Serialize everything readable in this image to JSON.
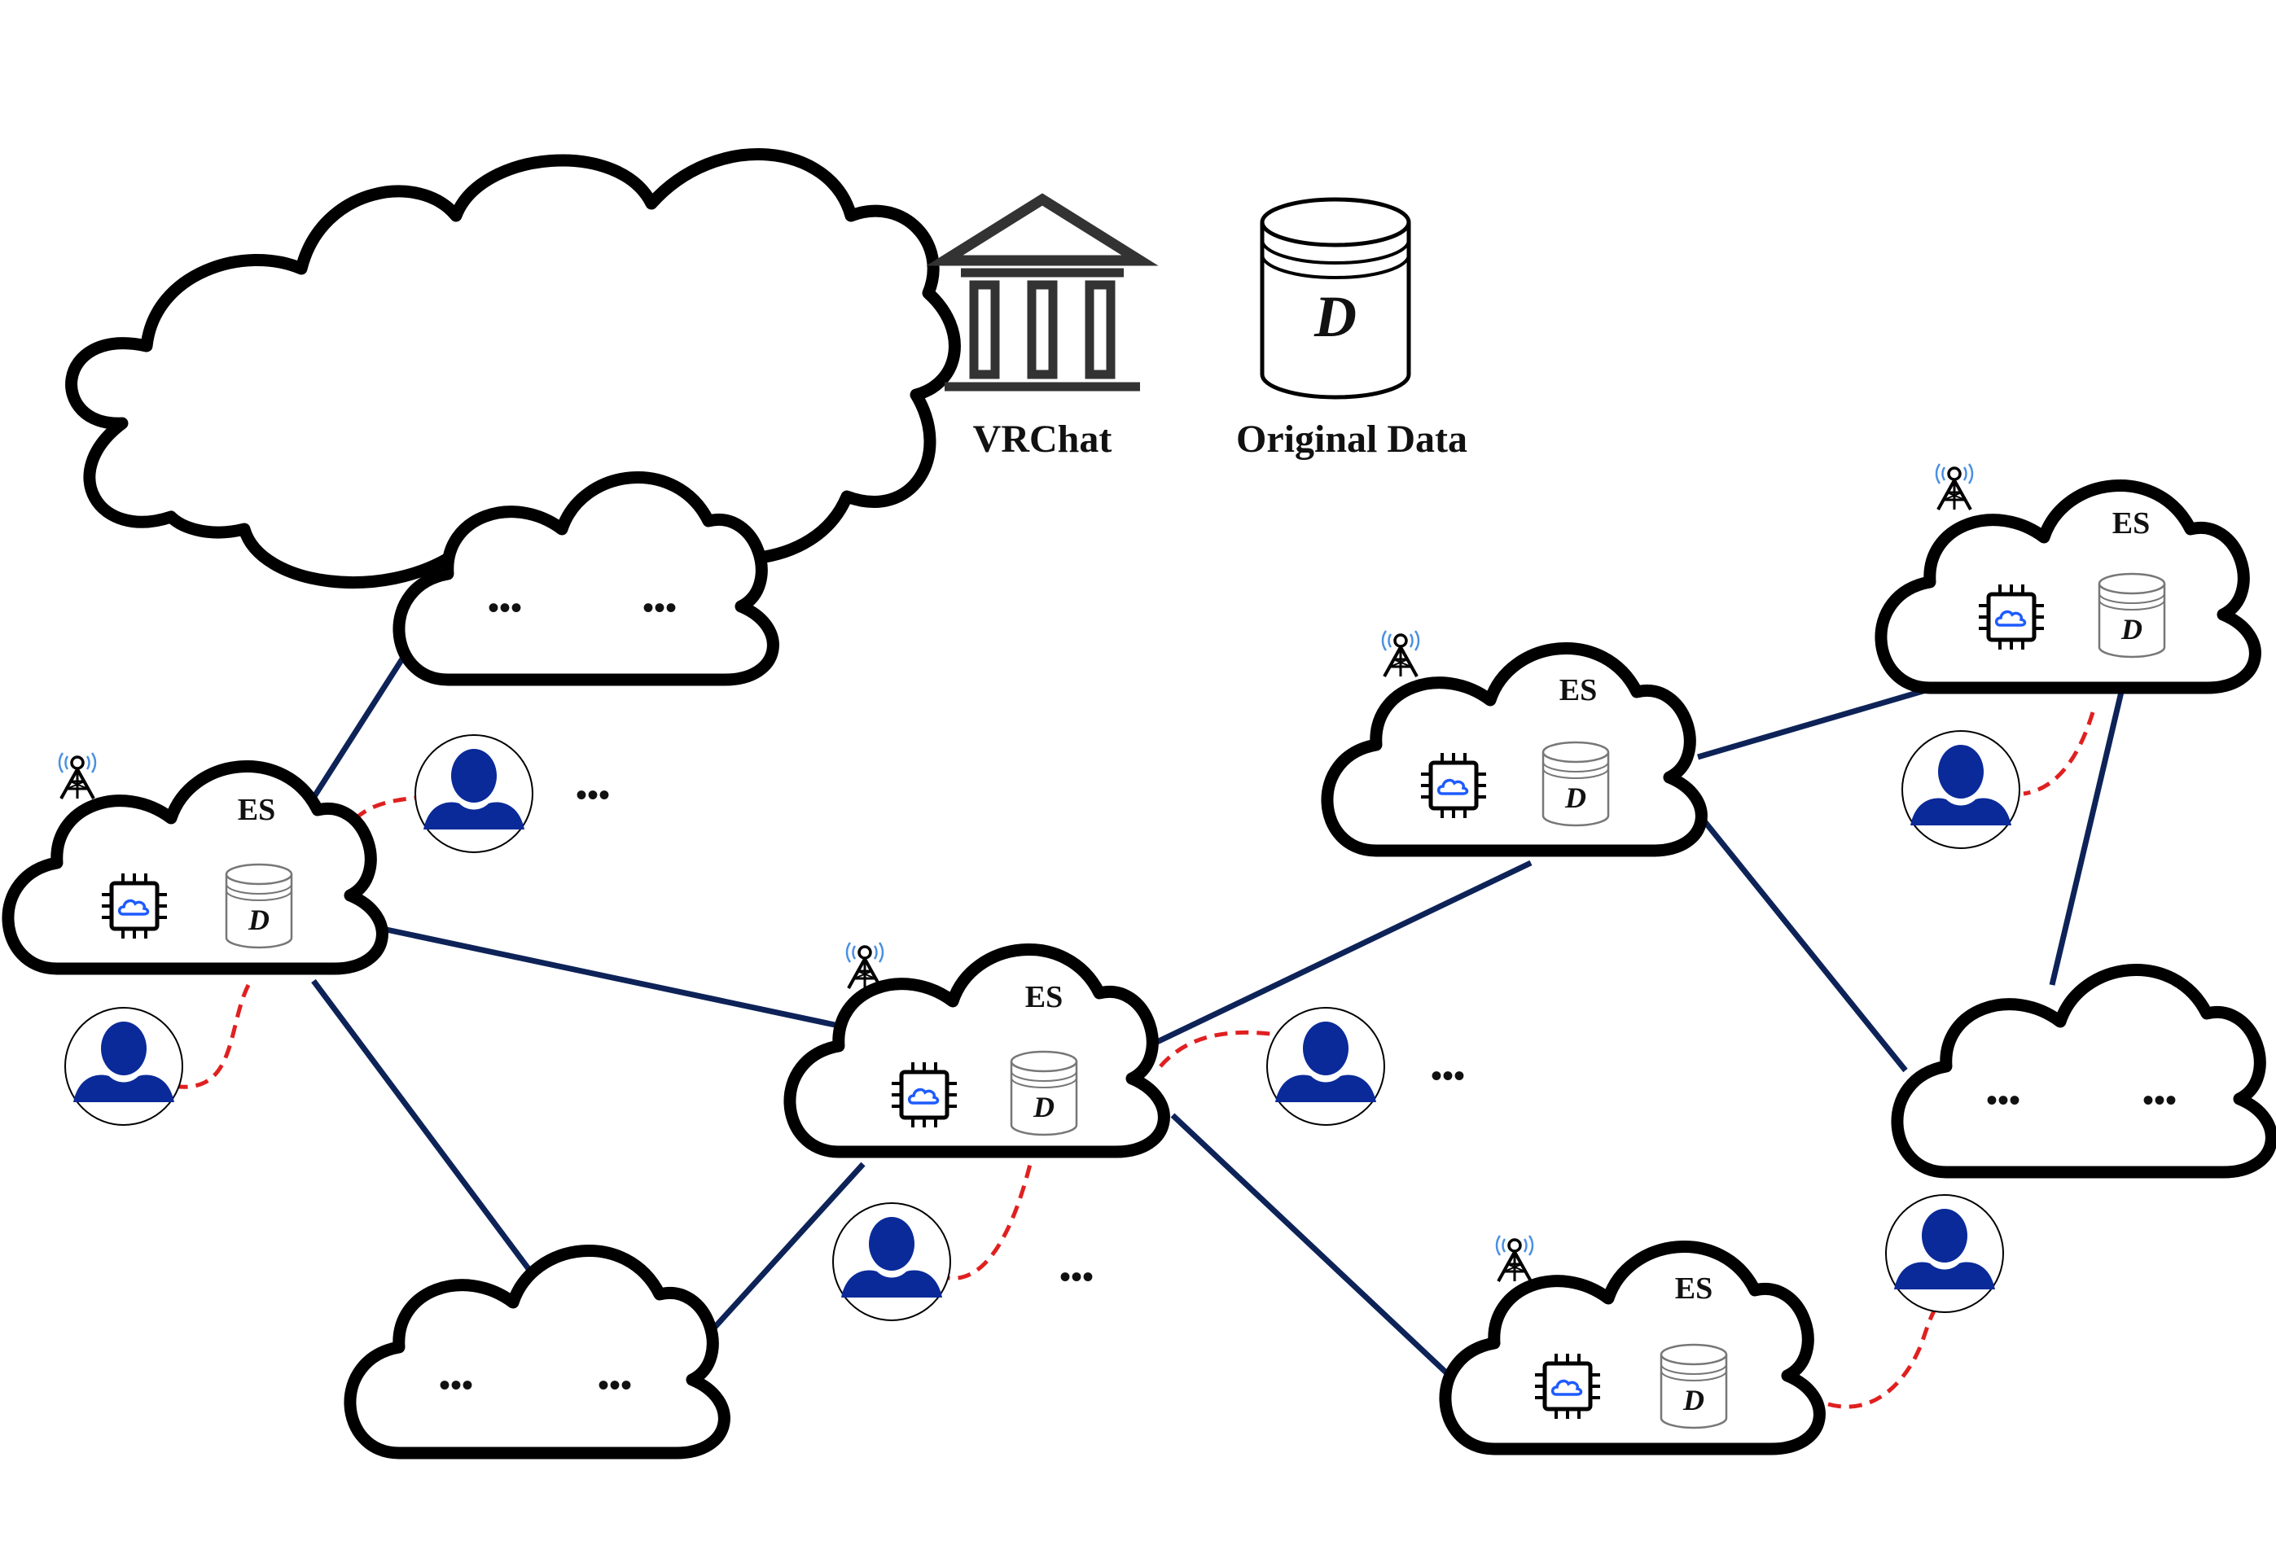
{
  "central": {
    "institution_label": "VRChat",
    "data_label": "Original Data",
    "data_symbol": "D"
  },
  "edge_server": {
    "label": "ES",
    "data_symbol": "D"
  },
  "ellipsis": "•••",
  "icons": {
    "institution": "bank-building-icon",
    "database": "database-cylinder-icon",
    "processor": "cpu-chip-cloud-icon",
    "tower": "antenna-tower-icon",
    "user": "user-avatar-icon"
  },
  "colors": {
    "cloud_stroke": "#000000",
    "backbone_link": "#0d2358",
    "wireless_link": "#e02020",
    "user": "#0a2a99",
    "chip_cloud": "#1e5bff",
    "tower_signal": "#4a90e2"
  }
}
